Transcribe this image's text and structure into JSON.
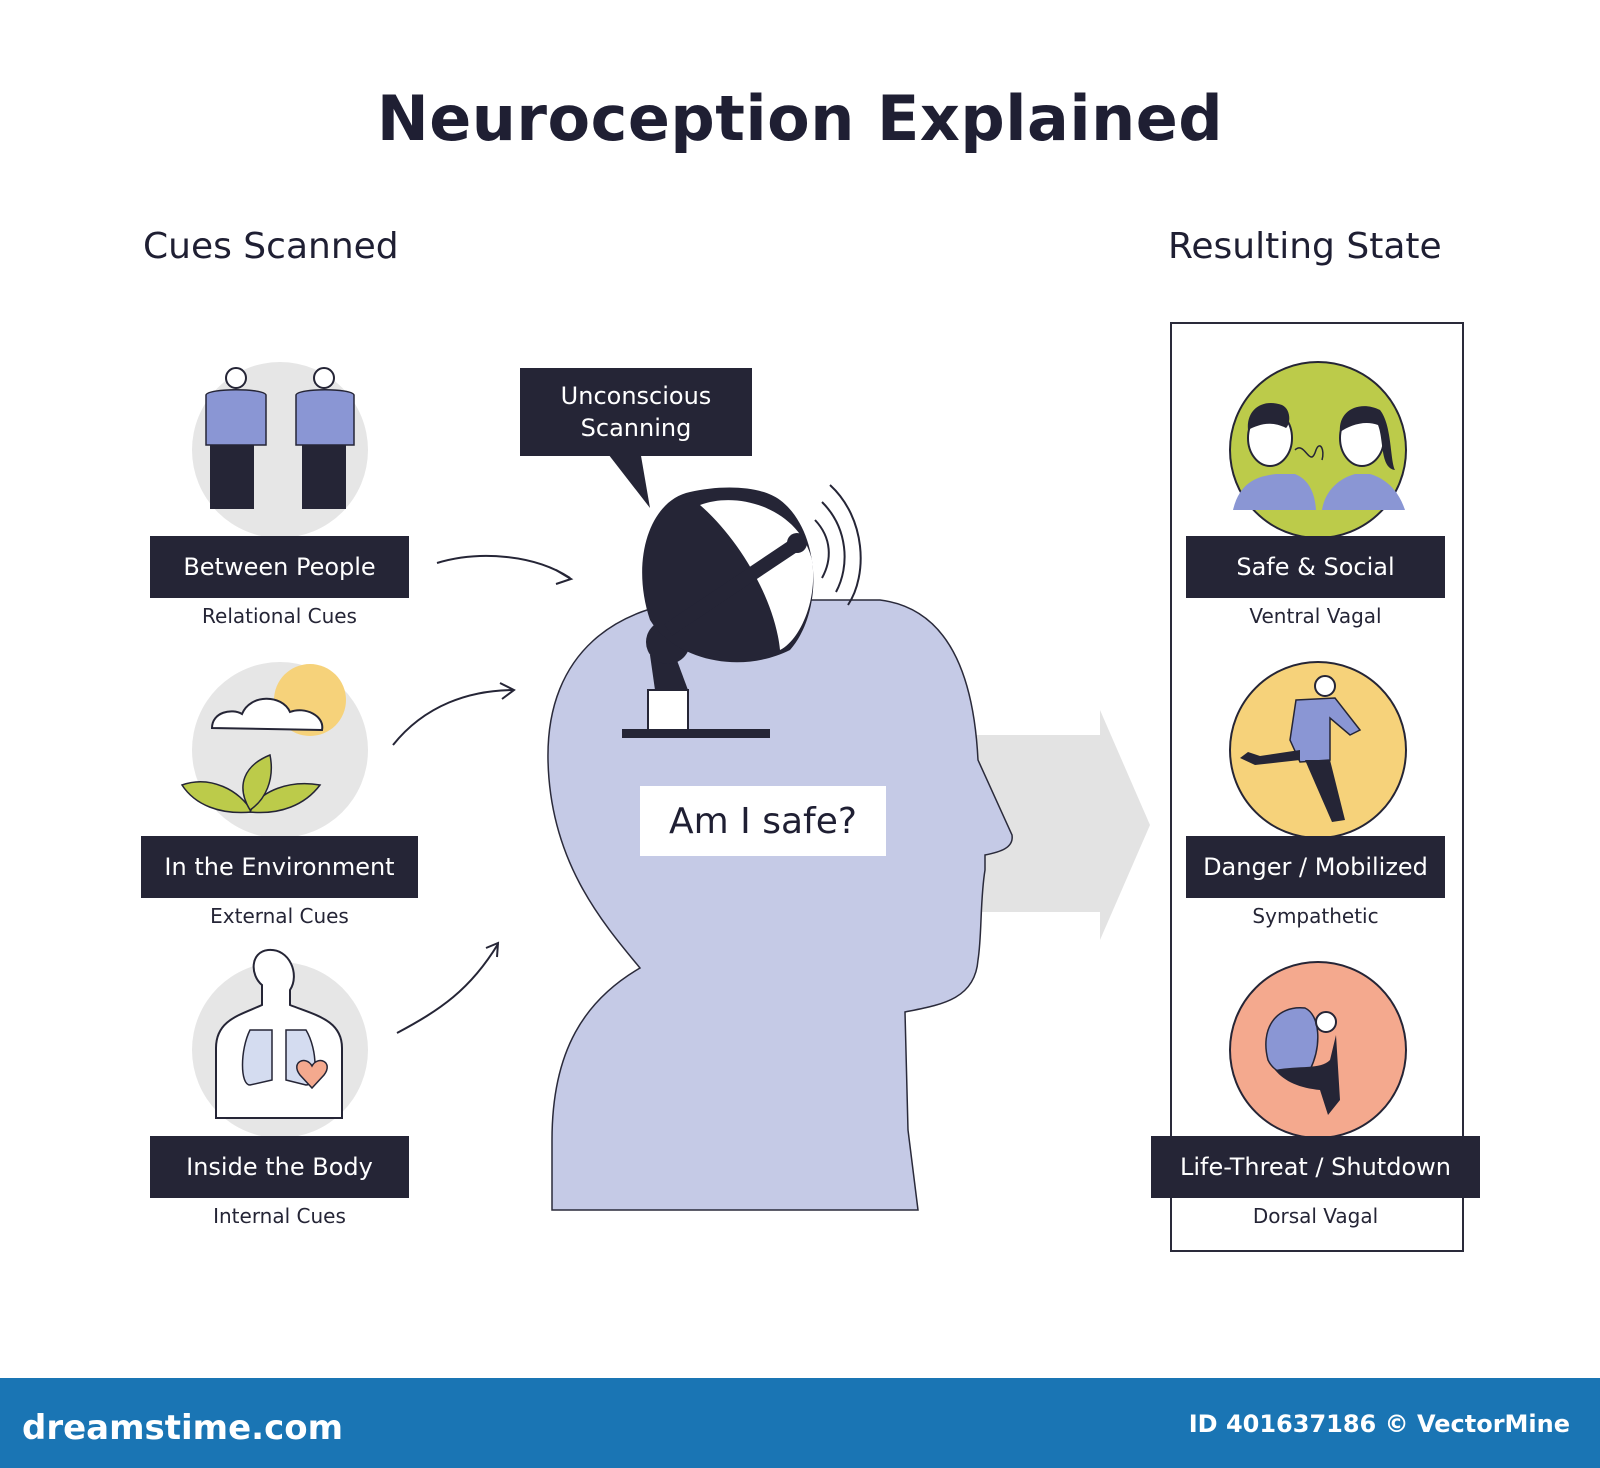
{
  "title": "Neuroception Explained",
  "left_heading": "Cues Scanned",
  "right_heading": "Resulting State",
  "cues": [
    {
      "label": "Between People",
      "sub": "Relational Cues",
      "icon": "people-icon"
    },
    {
      "label": "In the Environment",
      "sub": "External Cues",
      "icon": "nature-icon"
    },
    {
      "label": "Inside the Body",
      "sub": "Internal Cues",
      "icon": "body-icon"
    }
  ],
  "center": {
    "bubble_line1": "Unconscious",
    "bubble_line2": "Scanning",
    "question": "Am I safe?"
  },
  "states": [
    {
      "label": "Safe & Social",
      "sub": "Ventral Vagal",
      "color": "#bccb4a"
    },
    {
      "label": "Danger / Mobilized",
      "sub": "Sympathetic",
      "color": "#f6d27a"
    },
    {
      "label": "Life-Threat / Shutdown",
      "sub": "Dorsal Vagal",
      "color": "#f4a98e"
    }
  ],
  "colors": {
    "dark": "#252536",
    "head": "#c5cae6",
    "circle_grey": "#e6e6e6",
    "arrow_grey": "#e3e3e3",
    "footer": "#1a75b4"
  },
  "footer": {
    "site": "dreamstime.com",
    "credit": "ID 401637186 © VectorMine"
  }
}
